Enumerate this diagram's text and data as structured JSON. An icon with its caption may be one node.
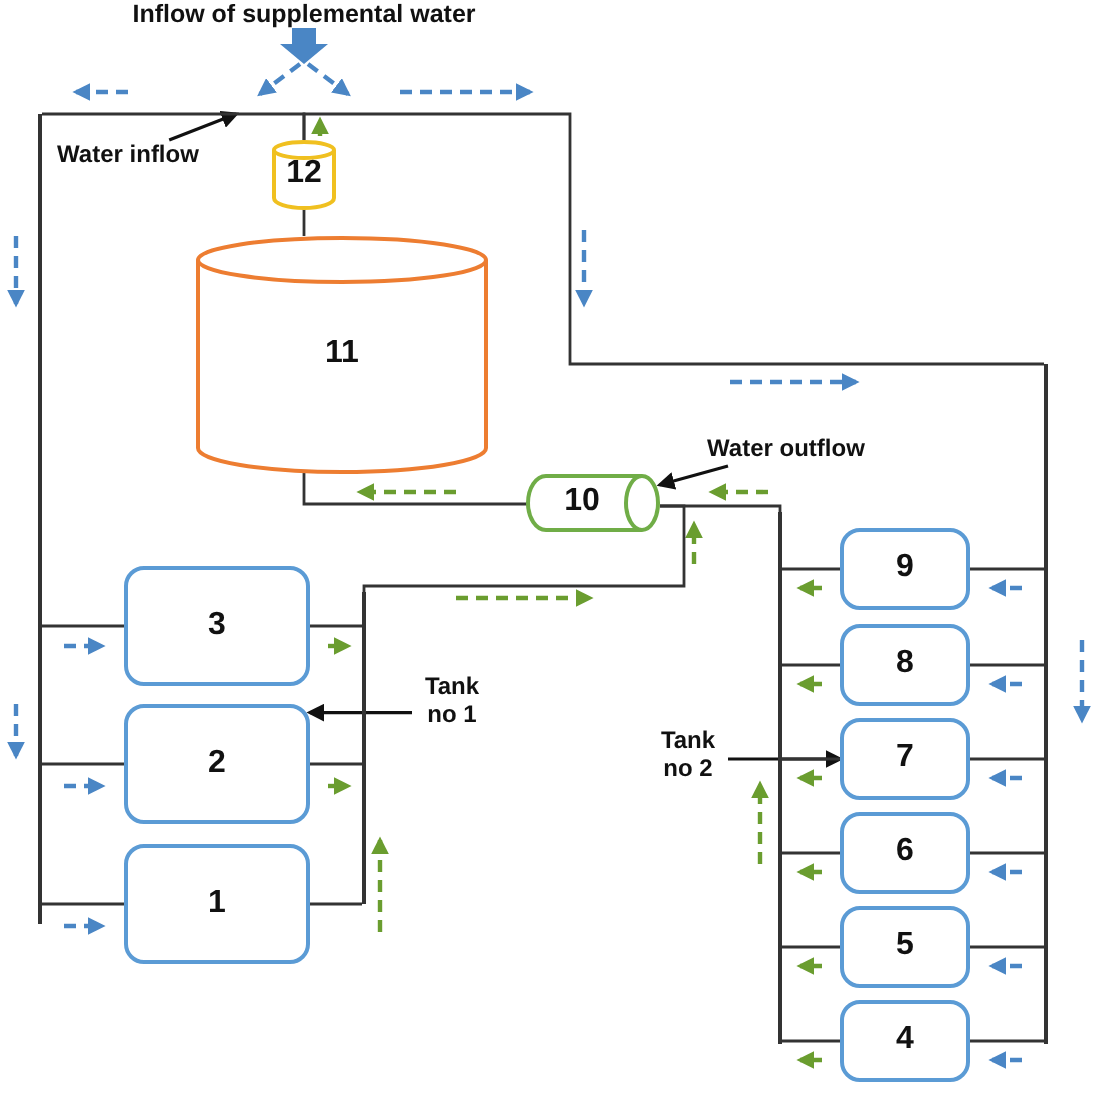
{
  "diagram": {
    "nodes": [
      {
        "text": [
          "Water inflow"
        ]
      },
      {
        "text": [
          "12"
        ]
      },
      {
        "text": [
          "11"
        ]
      },
      {
        "text": [
          "Water outflow"
        ]
      },
      {
        "text": [
          "10"
        ]
      },
      {
        "text": [
          "9"
        ]
      },
      {
        "text": [
          "3"
        ]
      },
      {
        "text": [
          "Tank no 1"
        ]
      },
      {
        "text": [
          "8"
        ]
      },
      {
        "text": [
          "Tank no 2"
        ]
      },
      {
        "text": [
          "2"
        ]
      },
      {
        "text": [
          "7"
        ]
      },
      {
        "text": [
          "6"
        ]
      },
      {
        "text": [
          "1"
        ]
      },
      {
        "text": [
          "5"
        ]
      },
      {
        "text": [
          "4"
        ]
      },
      {
        "text": [],
        "shape": "bar"
      },
      {
        "text": [],
        "shape": "bar"
      },
      {
        "text": [],
        "shape": "bar"
      },
      {
        "text": [],
        "shape": "bar"
      }
    ],
    "edges": [
      {
        "from": 0,
        "to": null,
        "arrow": "to"
      },
      {
        "from": 3,
        "to": 4,
        "arrow": "to"
      },
      {
        "from": 7,
        "to": 10,
        "arrow": "to"
      },
      {
        "from": 9,
        "to": 11,
        "arrow": "to"
      },
      {
        "from": 2,
        "to": 1,
        "arrow": "none"
      },
      {
        "from": 2,
        "to": 4,
        "arrow": "none"
      },
      {
        "from": 1,
        "to": 16,
        "arrow": "none"
      },
      {
        "from": 1,
        "to": 19,
        "arrow": "none"
      },
      {
        "from": 16,
        "to": 6,
        "arrow": "none"
      },
      {
        "from": 16,
        "to": 10,
        "arrow": "none"
      },
      {
        "from": 16,
        "to": 13,
        "arrow": "none"
      },
      {
        "from": 6,
        "to": 17,
        "arrow": "none"
      },
      {
        "from": 10,
        "to": 17,
        "arrow": "none"
      },
      {
        "from": 13,
        "to": 17,
        "arrow": "none"
      },
      {
        "from": 17,
        "to": 4,
        "arrow": "none"
      },
      {
        "from": 19,
        "to": 5,
        "arrow": "none"
      },
      {
        "from": 19,
        "to": 8,
        "arrow": "none"
      },
      {
        "from": 19,
        "to": 11,
        "arrow": "none"
      },
      {
        "from": 19,
        "to": 12,
        "arrow": "none"
      },
      {
        "from": 19,
        "to": 14,
        "arrow": "none"
      },
      {
        "from": 19,
        "to": 15,
        "arrow": "none"
      },
      {
        "from": 5,
        "to": 18,
        "arrow": "none"
      },
      {
        "from": 8,
        "to": 18,
        "arrow": "none"
      },
      {
        "from": 11,
        "to": 18,
        "arrow": "none"
      },
      {
        "from": 12,
        "to": 18,
        "arrow": "none"
      },
      {
        "from": 14,
        "to": 18,
        "arrow": "none"
      },
      {
        "from": 15,
        "to": 18,
        "arrow": "none"
      },
      {
        "from": 18,
        "to": 4,
        "arrow": "none"
      }
    ],
    "labels": [
      "Inflow of supplemental water"
    ]
  }
}
